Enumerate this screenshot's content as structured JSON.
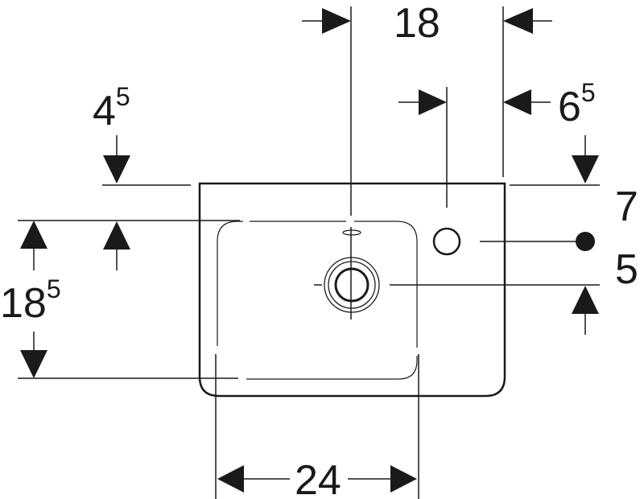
{
  "dimensions": {
    "top_width": {
      "value": "18"
    },
    "left_offset": {
      "value": "4",
      "superscript": "5"
    },
    "right_offset": {
      "value": "6",
      "superscript": "5"
    },
    "height": {
      "value": "18",
      "superscript": "5"
    },
    "right_upper": {
      "value": "7"
    },
    "right_lower": {
      "value": "5"
    },
    "bottom_width": {
      "value": "24"
    }
  },
  "colors": {
    "line": "#1a1a1a",
    "background": "#ffffff"
  }
}
